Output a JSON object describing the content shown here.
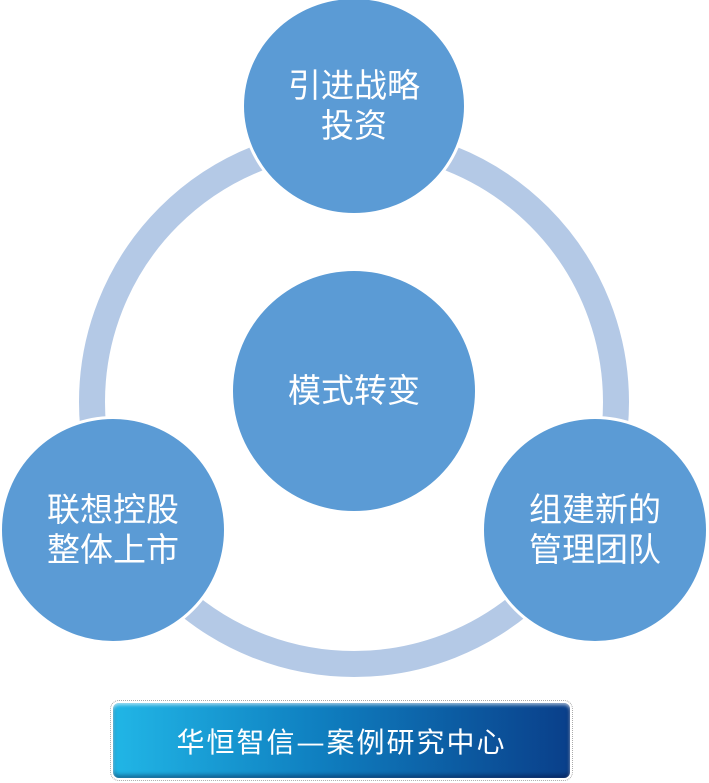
{
  "diagram": {
    "center": {
      "label": "模式转变"
    },
    "nodes": [
      {
        "id": "top",
        "lines": [
          "引进战略",
          "投资"
        ]
      },
      {
        "id": "left",
        "lines": [
          "联想控股",
          "整体上市"
        ]
      },
      {
        "id": "right",
        "lines": [
          "组建新的",
          "管理团队"
        ]
      }
    ],
    "colors": {
      "node": "#5b9bd5",
      "ring": "#b4c9e6"
    }
  },
  "banner": {
    "text": "华恒智信—案例研究中心"
  }
}
